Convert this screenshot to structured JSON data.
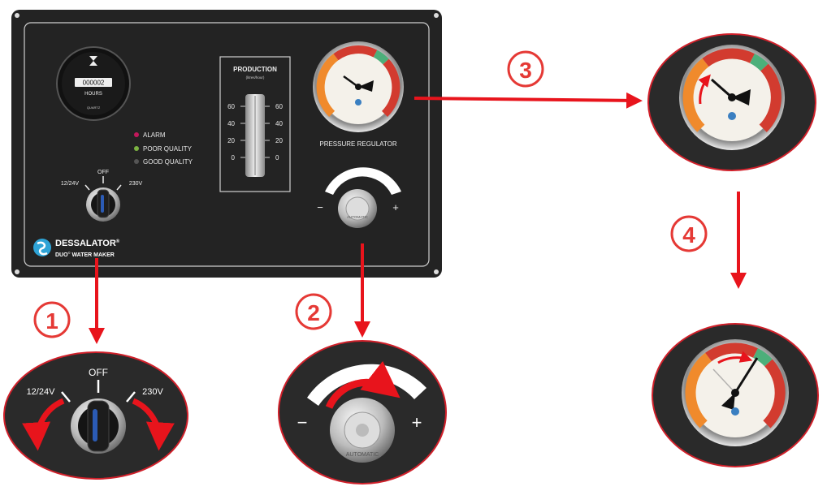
{
  "panel": {
    "hour_meter": {
      "digits": "000002",
      "unit_label": "HOURS",
      "brand_label": "QUARTZ"
    },
    "indicators": {
      "alarm": {
        "label": "ALARM",
        "color": "#c2185b"
      },
      "poor_quality": {
        "label": "POOR QUALITY",
        "color": "#7cb342"
      },
      "good_quality": {
        "label": "GOOD QUALITY",
        "color": "#555555"
      }
    },
    "power_switch": {
      "off_label": "OFF",
      "left_label": "12/24V",
      "right_label": "230V"
    },
    "production": {
      "title": "PRODUCTION",
      "unit": "(litres/hour)",
      "scale": [
        "60",
        "40",
        "20",
        "0"
      ]
    },
    "pressure_gauge": {
      "label": "PRESSURE REGULATOR"
    },
    "regulator_knob": {
      "minus_label": "−",
      "plus_label": "+",
      "knob_text": "AUTOMATIC"
    },
    "logo": {
      "brand": "DESSALATOR",
      "registered": "®",
      "product": "DUO",
      "product_rest": " WATER MAKER",
      "copyright": "©"
    }
  },
  "steps": [
    {
      "number": "1",
      "color": "#e53935"
    },
    {
      "number": "2",
      "color": "#e53935"
    },
    {
      "number": "3",
      "color": "#e53935"
    },
    {
      "number": "4",
      "color": "#e53935"
    }
  ],
  "colors": {
    "accent_red": "#e8141c",
    "panel_black": "#222222",
    "zoom_bg": "#2a2a2a",
    "zoom_border": "#d0202a",
    "logo_blue": "#2ea3d6"
  }
}
